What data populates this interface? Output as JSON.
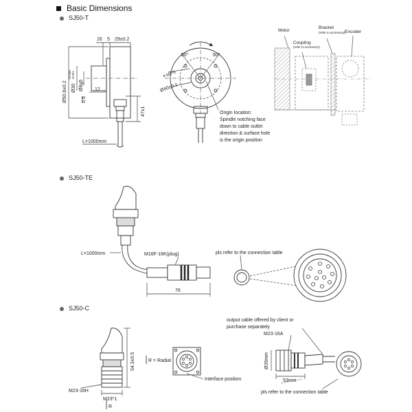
{
  "page": {
    "title": "Basic Dimensions"
  },
  "sections": [
    {
      "name": "SJ50-T"
    },
    {
      "name": "SJ50-TE"
    },
    {
      "name": "SJ50-C"
    }
  ],
  "sj50t": {
    "dim_16": "16",
    "dim_5": "5",
    "dim_29": "29±0.2",
    "dia_50": "Ø50.8±0.2",
    "dia_30": "Ø30",
    "tol_30_top": "+0.000",
    "tol_30_bot": "-0.021",
    "dia_6": "Ø6g5",
    "dim_12": "12",
    "dim_05": "0.5",
    "dim_47": "47±1",
    "cable": "L=1000mm",
    "angle_left": "60°",
    "angle_right": "60°",
    "holes": "4-M3*6",
    "dia_40": "Ø40±0.1",
    "origin_note": [
      "Origin location:",
      "Spindle notching face",
      "down to cable outlet",
      "direction & surface hole",
      "is the origin position"
    ],
    "install": {
      "motor": "Motor",
      "bracket": "Bracket",
      "bracket_note": "(refer to accessory)",
      "coupling": "Coupling",
      "coupling_note": "(refer to accessory)",
      "encoder": "Encoder"
    }
  },
  "sj50te": {
    "cable": "L=1000mm",
    "plug": "M16F-16K(plug)",
    "dim_76": "76",
    "pin_note": "pls refer to the connection table"
  },
  "sj50c": {
    "dim_54": "54.3±0.5",
    "conn": "M23-16H",
    "m23": "M23*1",
    "r_mark": "R",
    "radial": "R = Radial",
    "iface": "Interface position",
    "offer_note": [
      "output cable offered by client or",
      "purchase separately"
    ],
    "plug": "M23-16A",
    "dia_26": "Ø26mm",
    "dim_53": "53mm",
    "pin_note": "pls refer to the connection table"
  },
  "colors": {
    "line": "#333333",
    "dim": "#555555",
    "dash": "#888888"
  },
  "icons": [
    "black-square-icon",
    "gray-bullet-icon",
    "rotation-arrow-icon"
  ]
}
